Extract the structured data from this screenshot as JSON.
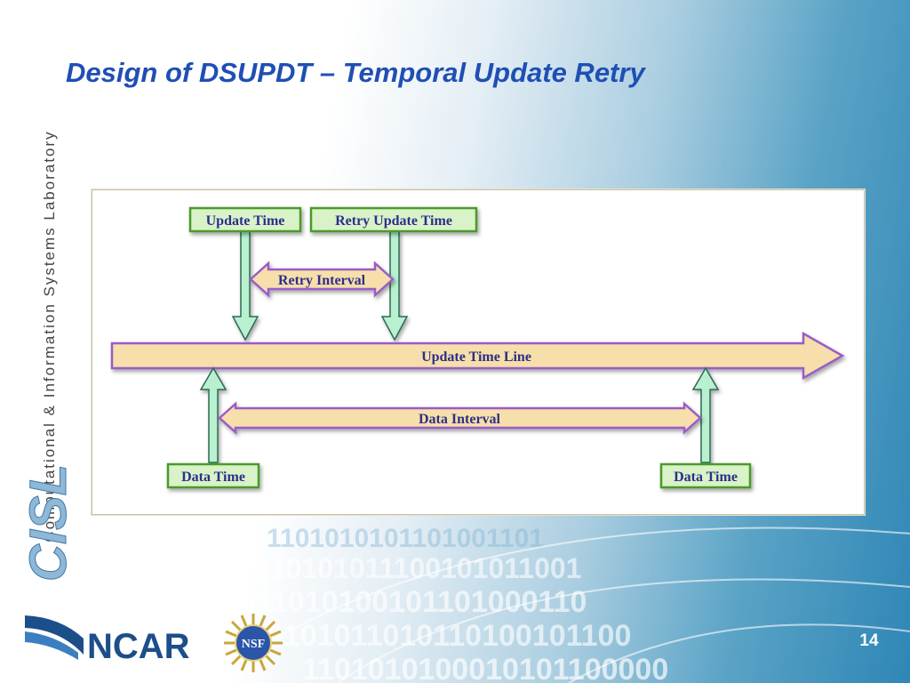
{
  "slide": {
    "title": "Design of DSUPDT – Temporal Update Retry",
    "page_number": "14",
    "side_text": "Computational & Information Systems Laboratory",
    "cisl_logo_text": "CISL",
    "ncar_logo_text": "NCAR",
    "nsf_logo_text": "NSF"
  },
  "diagram": {
    "update_time_label": "Update Time",
    "retry_update_time_label": "Retry Update Time",
    "retry_interval_label": "Retry Interval",
    "timeline_label": "Update Time Line",
    "data_interval_label": "Data Interval",
    "data_time_left_label": "Data Time",
    "data_time_right_label": "Data Time",
    "colors": {
      "label_fill": "#d9f2c8",
      "label_border": "#4a9a2a",
      "label_text": "#2e2e8a",
      "timeline_fill": "#f6dfaa",
      "timeline_border": "#9a5cc8",
      "pointer_fill": "#b8f0d0",
      "pointer_border": "#2e6a52",
      "title_color": "#1f4fb4"
    }
  }
}
